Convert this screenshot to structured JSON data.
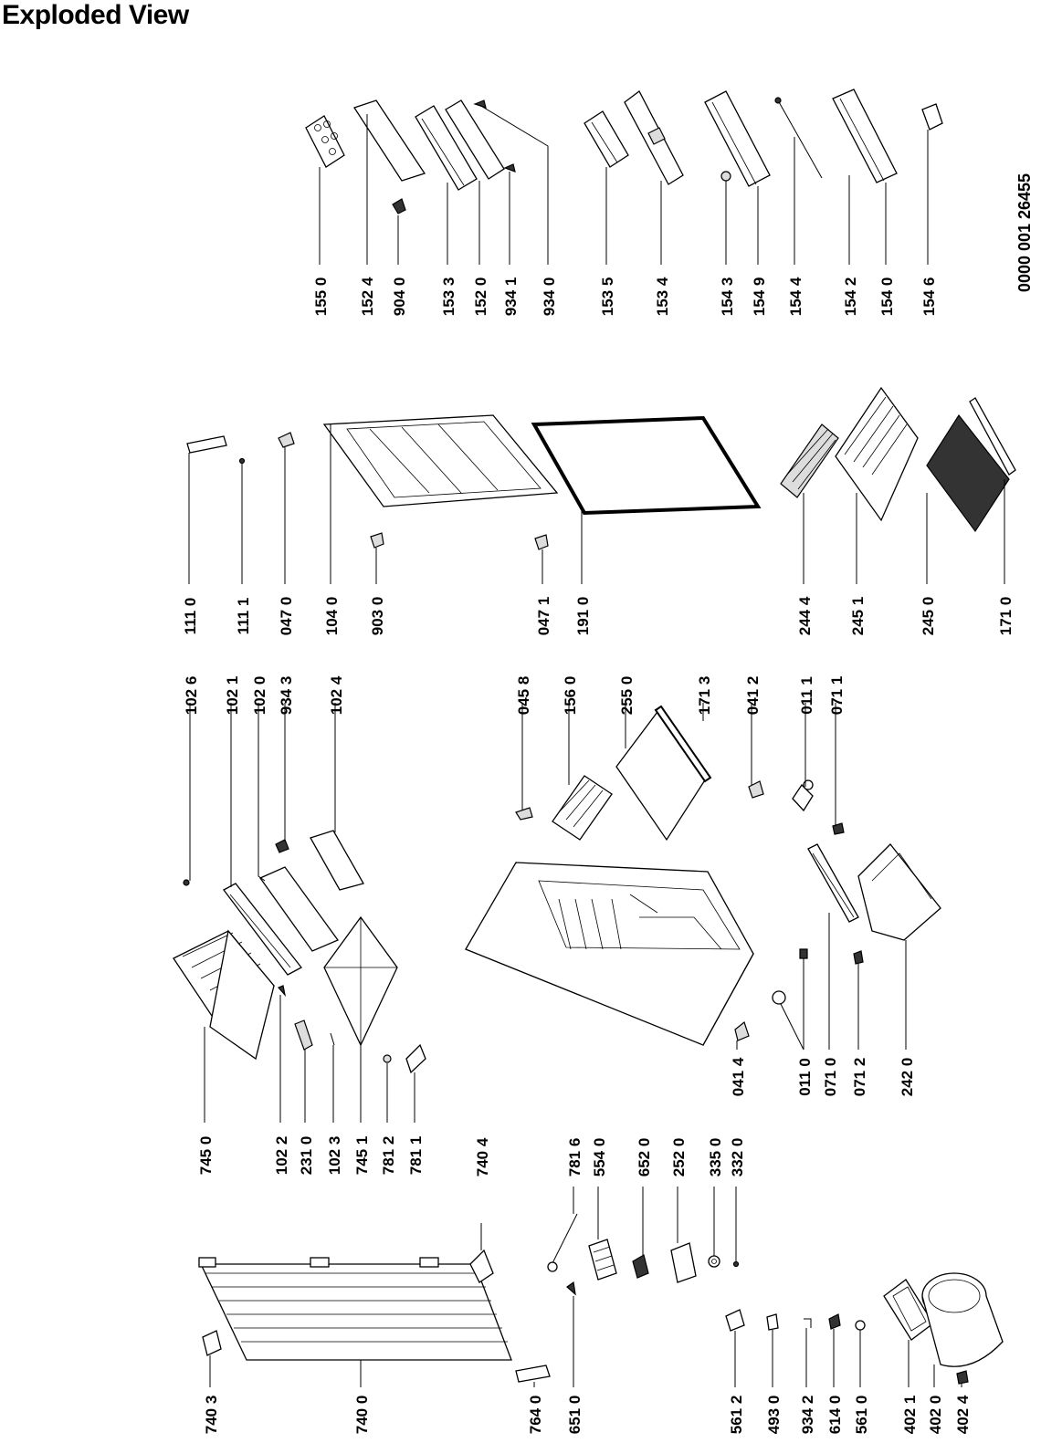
{
  "title": "Exploded View",
  "document_number": "0000 001 26455",
  "part_labels": {
    "top_row": [
      "155 0",
      "152 4",
      "904 0",
      "153 3",
      "152 0",
      "934 1",
      "934 0",
      "153 5",
      "153 4",
      "154 3",
      "154 9",
      "154 4",
      "154 2",
      "154 0",
      "154 6"
    ],
    "second_row": [
      "111 0",
      "111 1",
      "047 0",
      "104 0",
      "903 0",
      "047 1",
      "191 0",
      "244 4",
      "245 1",
      "245 0",
      "171 0"
    ],
    "third_row_top": [
      "102 6",
      "102 1",
      "102 0",
      "934 3",
      "102 4",
      "045 8",
      "156 0",
      "255 0",
      "171 3",
      "041 2",
      "011 1",
      "071 1"
    ],
    "third_row_bottom": [
      "745 0",
      "102 2",
      "231 0",
      "102 3",
      "745 1",
      "781 2",
      "781 1",
      "041 4",
      "011 0",
      "071 0",
      "071 2",
      "242 0"
    ],
    "fourth_row_top": [
      "740 4",
      "781 6",
      "554 0",
      "652 0",
      "252 0",
      "335 0",
      "332 0"
    ],
    "fourth_row_bottom": [
      "740 3",
      "740 0",
      "764 0",
      "651 0",
      "561 2",
      "493 0",
      "934 2",
      "614 0",
      "561 0",
      "402 1",
      "402 0",
      "402 4"
    ]
  }
}
